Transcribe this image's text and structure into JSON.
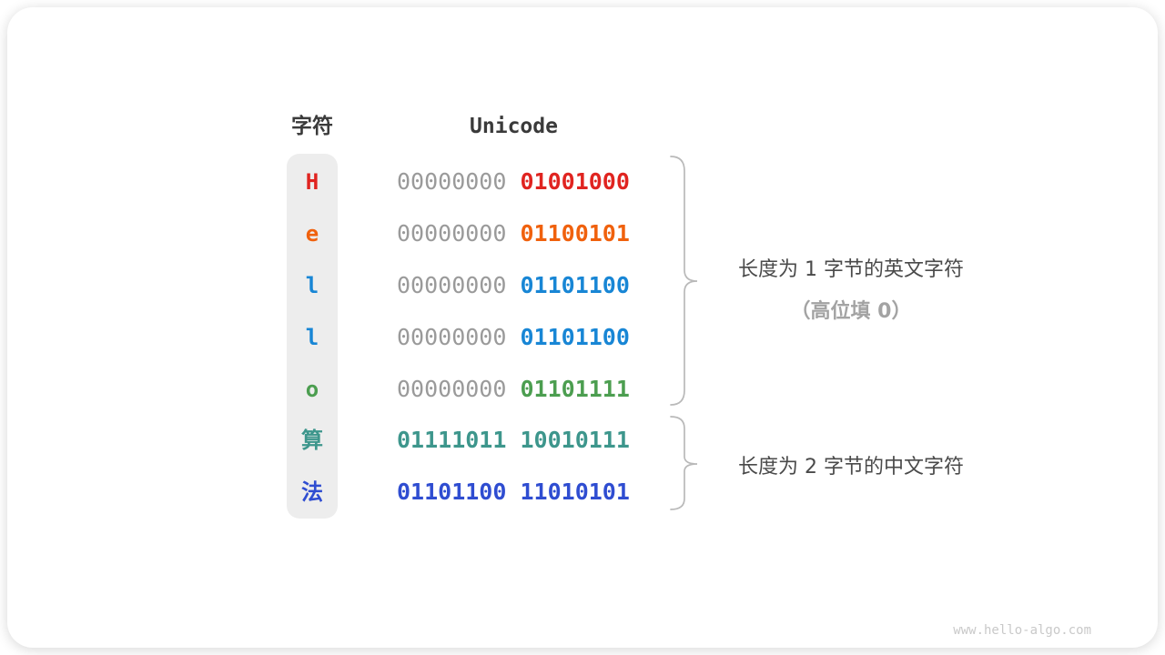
{
  "table": {
    "char_header": "字符",
    "unicode_header": "Unicode",
    "rows": [
      {
        "char": "H",
        "color": "#e02420",
        "byte1": "00000000",
        "byte1_color": "#9a9a9a",
        "byte2": "01001000",
        "byte2_color": "#e02420"
      },
      {
        "char": "e",
        "color": "#f0610d",
        "byte1": "00000000",
        "byte1_color": "#9a9a9a",
        "byte2": "01100101",
        "byte2_color": "#f0610d"
      },
      {
        "char": "l",
        "color": "#1886d5",
        "byte1": "00000000",
        "byte1_color": "#9a9a9a",
        "byte2": "01101100",
        "byte2_color": "#1886d5"
      },
      {
        "char": "l",
        "color": "#1886d5",
        "byte1": "00000000",
        "byte1_color": "#9a9a9a",
        "byte2": "01101100",
        "byte2_color": "#1886d5"
      },
      {
        "char": "o",
        "color": "#4c9e50",
        "byte1": "00000000",
        "byte1_color": "#9a9a9a",
        "byte2": "01101111",
        "byte2_color": "#4c9e50"
      },
      {
        "char": "算",
        "color": "#3d968c",
        "byte1": "01111011",
        "byte1_color": "#3d968c",
        "byte2": "10010111",
        "byte2_color": "#3d968c"
      },
      {
        "char": "法",
        "color": "#2f4dd1",
        "byte1": "01101100",
        "byte1_color": "#2f4dd1",
        "byte2": "11010101",
        "byte2_color": "#2f4dd1"
      }
    ]
  },
  "annotations": {
    "english_group": {
      "line1": "长度为 1 字节的英文字符",
      "line2": "（高位填 0）"
    },
    "chinese_group": {
      "line1": "长度为 2 字节的中文字符"
    }
  },
  "colors": {
    "byte_padding_gray": "#9a9a9a",
    "header_text": "#3a3a3a",
    "annotation_text": "#4a4a4a",
    "annotation_subtext": "#a3a3a3",
    "brace": "#b9b9b9",
    "char_column_bg": "#ededed",
    "watermark": "#c9c9c9"
  },
  "watermark": "www.hello-algo.com"
}
